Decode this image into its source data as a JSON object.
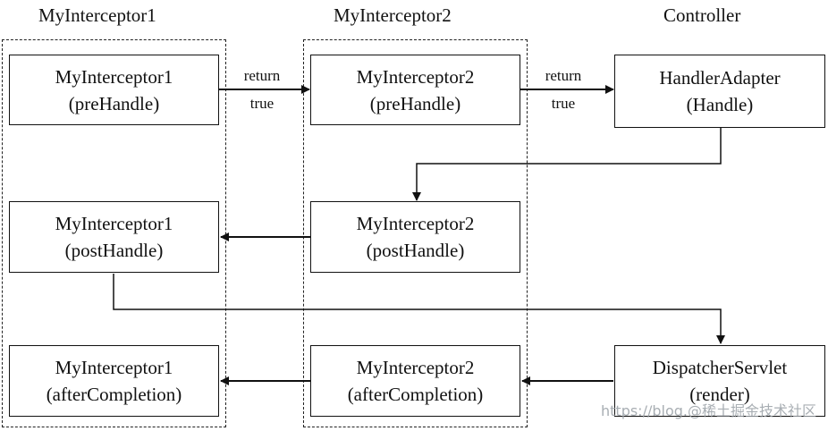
{
  "columns": {
    "interceptor1": "MyInterceptor1",
    "interceptor2": "MyInterceptor2",
    "controller": "Controller"
  },
  "boxes": {
    "i1_pre": {
      "line1": "MyInterceptor1",
      "line2": "(preHandle)"
    },
    "i2_pre": {
      "line1": "MyInterceptor2",
      "line2": "(preHandle)"
    },
    "handler": {
      "line1": "HandlerAdapter",
      "line2": "(Handle)"
    },
    "i2_post": {
      "line1": "MyInterceptor2",
      "line2": "(postHandle)"
    },
    "i1_post": {
      "line1": "MyInterceptor1",
      "line2": "(postHandle)"
    },
    "dispatch": {
      "line1": "DispatcherServlet",
      "line2": "(render)"
    },
    "i2_after": {
      "line1": "MyInterceptor2",
      "line2": "(afterCompletion)"
    },
    "i1_after": {
      "line1": "MyInterceptor1",
      "line2": "(afterCompletion)"
    }
  },
  "edge_labels": {
    "first": {
      "line1": "return",
      "line2": "true"
    },
    "second": {
      "line1": "return",
      "line2": "true"
    }
  },
  "watermark": "https://blog.@稀土掘金技术社区"
}
